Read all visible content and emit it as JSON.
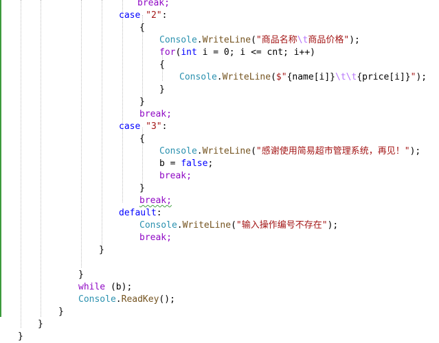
{
  "editor": {
    "lines": [
      {
        "indent": 200,
        "tokens": [
          {
            "t": "break;",
            "c": "ctl"
          }
        ]
      },
      {
        "indent": 173,
        "tokens": [
          {
            "t": "case ",
            "c": "kw"
          },
          {
            "t": "\"2\"",
            "c": "str"
          },
          {
            "t": ":",
            "c": "pl"
          }
        ]
      },
      {
        "indent": 203,
        "tokens": [
          {
            "t": "{",
            "c": "pl"
          }
        ]
      },
      {
        "indent": 232,
        "tokens": [
          {
            "t": "Console",
            "c": "cls"
          },
          {
            "t": ".",
            "c": "pl"
          },
          {
            "t": "WriteLine",
            "c": "mth"
          },
          {
            "t": "(",
            "c": "pl"
          },
          {
            "t": "\"商品名称",
            "c": "str"
          },
          {
            "t": "\\t",
            "c": "esc"
          },
          {
            "t": "商品价格\"",
            "c": "str"
          },
          {
            "t": ");",
            "c": "pl"
          }
        ]
      },
      {
        "indent": 232,
        "tokens": [
          {
            "t": "for",
            "c": "ctl"
          },
          {
            "t": "(",
            "c": "pl"
          },
          {
            "t": "int",
            "c": "kw"
          },
          {
            "t": " i = 0; i <= cnt; i++)",
            "c": "pl"
          }
        ]
      },
      {
        "indent": 232,
        "tokens": [
          {
            "t": "{",
            "c": "pl"
          }
        ]
      },
      {
        "indent": 261,
        "tokens": [
          {
            "t": "Console",
            "c": "cls"
          },
          {
            "t": ".",
            "c": "pl"
          },
          {
            "t": "WriteLine",
            "c": "mth"
          },
          {
            "t": "(",
            "c": "pl"
          },
          {
            "t": "$\"",
            "c": "str"
          },
          {
            "t": "{name[i]}",
            "c": "pl"
          },
          {
            "t": "\\t\\t",
            "c": "esc"
          },
          {
            "t": "{price[i]}",
            "c": "pl"
          },
          {
            "t": "\"",
            "c": "str"
          },
          {
            "t": ");",
            "c": "pl"
          }
        ]
      },
      {
        "indent": 232,
        "tokens": [
          {
            "t": "}",
            "c": "pl"
          }
        ]
      },
      {
        "indent": 203,
        "tokens": [
          {
            "t": "}",
            "c": "pl"
          }
        ]
      },
      {
        "indent": 203,
        "tokens": [
          {
            "t": "break;",
            "c": "ctl"
          }
        ]
      },
      {
        "indent": 173,
        "tokens": [
          {
            "t": "case ",
            "c": "kw"
          },
          {
            "t": "\"3\"",
            "c": "str"
          },
          {
            "t": ":",
            "c": "pl"
          }
        ]
      },
      {
        "indent": 203,
        "tokens": [
          {
            "t": "{",
            "c": "pl"
          }
        ]
      },
      {
        "indent": 232,
        "tokens": [
          {
            "t": "Console",
            "c": "cls"
          },
          {
            "t": ".",
            "c": "pl"
          },
          {
            "t": "WriteLine",
            "c": "mth"
          },
          {
            "t": "(",
            "c": "pl"
          },
          {
            "t": "\"感谢使用简易超市管理系统，再见！\"",
            "c": "str"
          },
          {
            "t": ");",
            "c": "pl"
          }
        ]
      },
      {
        "indent": 232,
        "tokens": [
          {
            "t": "b = ",
            "c": "pl"
          },
          {
            "t": "false",
            "c": "kw"
          },
          {
            "t": ";",
            "c": "pl"
          }
        ]
      },
      {
        "indent": 232,
        "tokens": [
          {
            "t": "break;",
            "c": "ctl"
          }
        ]
      },
      {
        "indent": 203,
        "tokens": [
          {
            "t": "}",
            "c": "pl"
          }
        ]
      },
      {
        "indent": 203,
        "tokens": [
          {
            "t": "break;",
            "c": "ctl",
            "squiggle": true
          }
        ]
      },
      {
        "indent": 173,
        "tokens": [
          {
            "t": "default",
            "c": "kw"
          },
          {
            "t": ":",
            "c": "pl"
          }
        ]
      },
      {
        "indent": 203,
        "tokens": [
          {
            "t": "Console",
            "c": "cls"
          },
          {
            "t": ".",
            "c": "pl"
          },
          {
            "t": "WriteLine",
            "c": "mth"
          },
          {
            "t": "(",
            "c": "pl"
          },
          {
            "t": "\"输入操作编号不存在\"",
            "c": "str"
          },
          {
            "t": ");",
            "c": "pl"
          }
        ]
      },
      {
        "indent": 203,
        "tokens": [
          {
            "t": "break;",
            "c": "ctl"
          }
        ]
      },
      {
        "indent": 144,
        "tokens": [
          {
            "t": "}",
            "c": "pl"
          }
        ]
      },
      {
        "indent": 0,
        "tokens": []
      },
      {
        "indent": 114,
        "tokens": [
          {
            "t": "}",
            "c": "pl"
          }
        ]
      },
      {
        "indent": 114,
        "tokens": [
          {
            "t": "while",
            "c": "ctl"
          },
          {
            "t": " (b);",
            "c": "pl"
          }
        ]
      },
      {
        "indent": 114,
        "tokens": [
          {
            "t": "Console",
            "c": "cls"
          },
          {
            "t": ".",
            "c": "pl"
          },
          {
            "t": "ReadKey",
            "c": "mth"
          },
          {
            "t": "();",
            "c": "pl"
          }
        ]
      },
      {
        "indent": 85,
        "tokens": [
          {
            "t": "}",
            "c": "pl"
          }
        ]
      },
      {
        "indent": 55,
        "tokens": [
          {
            "t": "}",
            "c": "pl"
          }
        ]
      },
      {
        "indent": 26,
        "tokens": [
          {
            "t": "}",
            "c": "pl"
          }
        ]
      }
    ]
  }
}
